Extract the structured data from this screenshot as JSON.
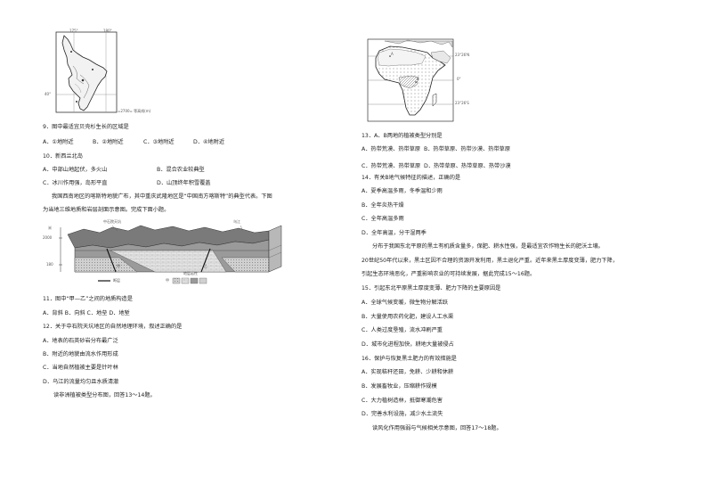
{
  "left": {
    "nz_map": {
      "lon_labels": [
        "175°",
        "180°"
      ],
      "lat_label": "40°",
      "legend_text": "=2700= 等高线(m)"
    },
    "q9": {
      "stem": "9．图中最适宜贝壳杉生长的区域是",
      "options": [
        "A．①地附近",
        "B．②地附近",
        "C．③地附近",
        "D．④地附近"
      ]
    },
    "q10": {
      "stem": "10．新西兰北岛",
      "options": [
        "A．中部山地起伏，多火山",
        "B．混合农业较典型",
        "C．冰川作用强，岛形平直",
        "D．山顶终年积雪覆盖"
      ]
    },
    "passage1": [
      "我国西南地区的喀斯特地貌广布，其中重庆武隆地区是“中国南方喀斯特”的典型代表。下图",
      "为当地三维地质和岩层剖面示意图。完成下面小题。"
    ],
    "geo_block": {
      "label_top_left": "中石院天坑",
      "label_top_right": "乌江",
      "y_labels": [
        "米",
        "2000",
        "180"
      ],
      "letters": [
        "甲",
        "乙"
      ],
      "legend": [
        "断层",
        "甲",
        "地层岩性"
      ]
    },
    "q11": {
      "stem": "11．图中“甲—乙”之间的地质构造是",
      "options": [
        "A．背斜 B．向斜 C．地垒 D．地堑"
      ]
    },
    "q12": {
      "stem": "12．关于中石院天坑地区的自然地理环境，叙述正确的是",
      "options": [
        "A．地表的石英砂岩分布最广泛",
        "B．附近的地貌由流水作用形成",
        "C．当地自然植被主要是针叶林",
        "D．乌江的流量均匀且水质清澈"
      ]
    },
    "passage2": "读非洲植被类型分布图，回答13～14题。"
  },
  "right": {
    "africa_map": {
      "lat_labels": [
        "23°26'N",
        "0°",
        "23°26'S"
      ],
      "letters": [
        "A",
        "B"
      ]
    },
    "q13": {
      "stem": "13．A、B两地的植被类型分别是",
      "options": [
        "A．热带荒漠、热带草原",
        "B．热带草原、热带沙漠、热带草原",
        "C．热带荒漠、热带草原",
        "D．热带草原、热带草原、热带沙漠"
      ]
    },
    "q14": {
      "stem": "14．有关B地气候特征的描述，正确的是",
      "options": [
        "A．夏季高温多雨，冬季温和少雨",
        "B．全年炎热干燥",
        "C．全年高温多雨",
        "D．全年高温，分干湿两季"
      ]
    },
    "passage3": [
      "分布于我国东北平原的黑土有机质含量多，保肥、耕水性强，是最适宜农作物生长的肥沃土壤。",
      "20世纪50年代以来，黑土区因不合理的资源开发利用，黑土退化严重。近年来黑土厚度变薄，肥力下降，",
      "引起生态环境恶化，严重影响农业的可持续发展，据此完成15～16题。"
    ],
    "q15": {
      "stem": "15．引起东北平原黑土厚度变薄、肥力下降的主要原因是",
      "options": [
        "A．全球气候变暖，微生物分解活跃",
        "B．大量使用农药化肥，建设人工水渠",
        "C．人类过度垦殖，流水冲刷严重",
        "D．城市化进程加快，耕地大量被侵占"
      ]
    },
    "q16": {
      "stem": "16．保护与恢复黑土肥力的有效措施是",
      "options": [
        "A．实现秸秆还田，免耕、少耕和休耕",
        "B．发展畜牧业，压缩耕作规模",
        "C．大力植树造林，抵御寒潮危害",
        "D．完善水利设施，减少水土流失"
      ]
    },
    "passage4": "读风化作用强弱与气候相关示意图，回答17～18题。"
  }
}
